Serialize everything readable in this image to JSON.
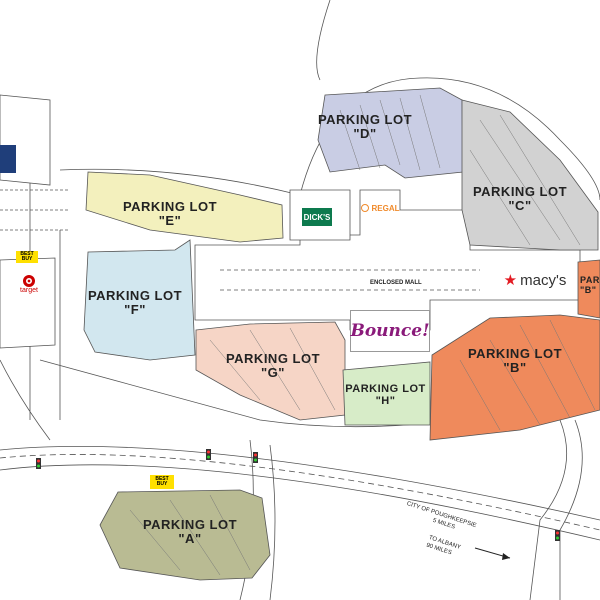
{
  "map": {
    "lots": [
      {
        "name": "PARKING LOT",
        "id": "\"A\"",
        "color": "#b9bb93"
      },
      {
        "name": "PARKING LOT",
        "id": "\"B\"",
        "color": "#ef8a5c"
      },
      {
        "name": "PARKING LOT",
        "id": "\"C\"",
        "color": "#d2d2d2"
      },
      {
        "name": "PARKING LOT",
        "id": "\"D\"",
        "color": "#c9cde4"
      },
      {
        "name": "PARKING LOT",
        "id": "\"E\"",
        "color": "#f3f0bd"
      },
      {
        "name": "PARKING LOT",
        "id": "\"F\"",
        "color": "#d2e7ef"
      },
      {
        "name": "PARKING LOT",
        "id": "\"G\"",
        "color": "#f6d5c6"
      },
      {
        "name": "PARKING LOT",
        "id": "\"H\"",
        "color": "#d7ecc8"
      },
      {
        "name": "PARKING LOT",
        "id": "\"B\"",
        "color": "#ef8a5c"
      }
    ],
    "stores": {
      "dicks": "DICK'S",
      "regal": "REGAL",
      "macys": "macy's",
      "bounce": "Bounce!",
      "target": "target",
      "bestbuy": "BEST BUY",
      "enclosed_mall": "ENCLOSED MALL"
    },
    "road_text": {
      "poughkeepsie": "CITY OF POUGHKEEPSIE",
      "poughkeepsie_dist": "5 MILES",
      "albany": "TO ALBANY",
      "albany_dist": "90 MILES"
    },
    "colors": {
      "macys_red": "#e31b23",
      "dicks_green": "#0d7a4e",
      "regal_orange": "#f08a2b",
      "bounce_purple": "#8a1a7a",
      "bestbuy_yellow": "#ffe000",
      "target_red": "#cc0000"
    }
  }
}
